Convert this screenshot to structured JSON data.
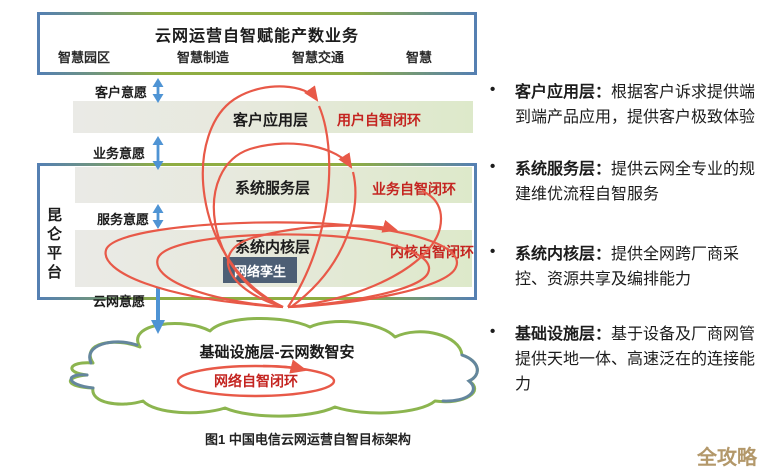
{
  "colors": {
    "accent_blue_arrow": "#4f94d4",
    "border_blue": "#5580b2",
    "border_green": "#8fad42",
    "loop_red_line": "#e85948",
    "loop_red_text": "#c42420",
    "cloud_green": "#8cb54f",
    "cloud_blue": "#64869e",
    "twin_box_bg": "#4d5f75",
    "watermark_gold": "#b3986a"
  },
  "top_box": {
    "title": "云网运营自智赋能产数业务",
    "items": [
      "智慧园区",
      "智慧制造",
      "智慧交通",
      "智慧"
    ]
  },
  "intent_labels": {
    "customer": "客户意愿",
    "business": "业务意愿",
    "service": "服务意愿",
    "cloud_network": "云网意愿"
  },
  "layers": {
    "customer": {
      "name": "客户应用层",
      "loop": "用户自智闭环"
    },
    "service": {
      "name": "系统服务层",
      "loop": "业务自智闭环"
    },
    "kernel": {
      "name": "系统内核层",
      "loop": "内核自智闭环",
      "twin": "网络孪生"
    }
  },
  "platform": {
    "name": "昆仑平台"
  },
  "cloud": {
    "title": "基础设施层-云网数智安",
    "loop": "网络自智闭环"
  },
  "legend_bullet": "•",
  "legend": [
    {
      "term": "客户应用层：",
      "desc": "根据客户诉求提供端到端产品应用，提供客户极致体验"
    },
    {
      "term": "系统服务层：",
      "desc": "提供云网全专业的规建维优流程自智服务"
    },
    {
      "term": "系统内核层：",
      "desc": "提供全网跨厂商采控、资源共享及编排能力"
    },
    {
      "term": "基础设施层：",
      "desc": "基于设备及厂商网管提供天地一体、高速泛在的连接能力"
    }
  ],
  "caption": "图1 中国电信云网运营自智目标架构",
  "watermark": "全攻略"
}
